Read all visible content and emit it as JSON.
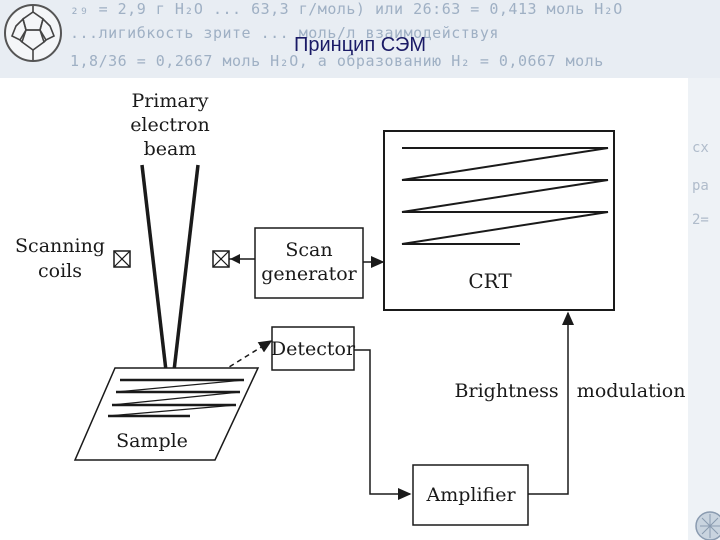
{
  "slide": {
    "title": "Принцип СЭМ",
    "background_text": [
      "₂₉ = 2,9 г H₂O ... 63,3 г/моль) или 26:63 = 0,413 моль H₂O",
      "...лигибкость зрите ... моль/л взаимодействуя",
      "1,8/36 = 0,2667 моль H₂O, а образованию H₂ = 0,0667 моль"
    ],
    "side_text": [
      "сх",
      "ра",
      "2="
    ]
  },
  "diagram": {
    "primary_beam_label": [
      "Primary",
      "electron",
      "beam"
    ],
    "scanning_coils_label": [
      "Scanning",
      "coils"
    ],
    "scan_generator_label": [
      "Scan",
      "generator"
    ],
    "crt_label": "CRT",
    "detector_label": "Detector",
    "sample_label": "Sample",
    "amplifier_label": "Amplifier",
    "brightness_label": "Brightness   modulation"
  },
  "colors": {
    "header_bg": "#e8edf3",
    "title": "#1a1a66",
    "ink": "#1a1a1a"
  }
}
